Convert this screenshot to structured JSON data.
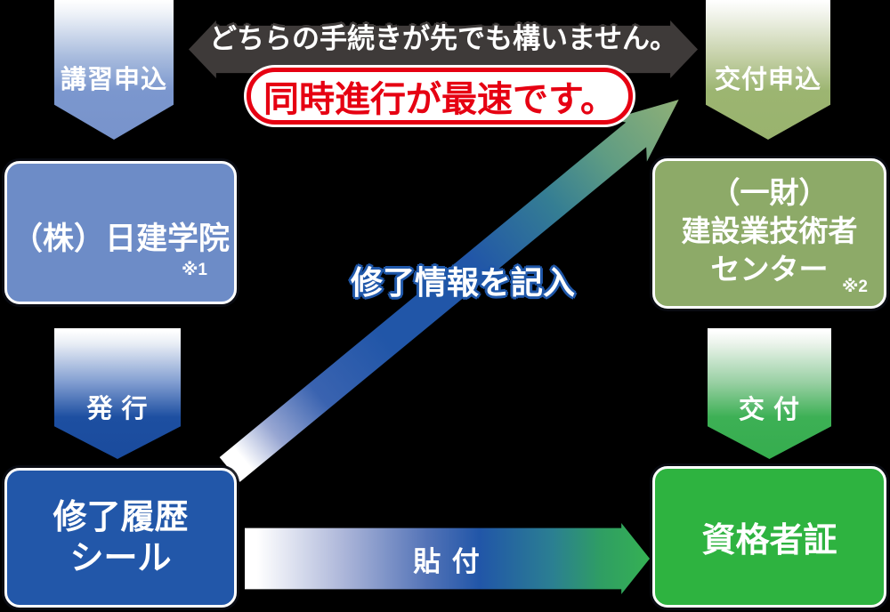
{
  "banner": {
    "message": "どちらの手続きが先でも構いません。",
    "highlight": "同時進行が最速です。"
  },
  "left_flow": {
    "apply_arrow": "講習申込",
    "org_name": "（株）日建学院",
    "org_note": "※1",
    "issue_arrow": "発 行",
    "result_line1": "修了履歴",
    "result_line2": "シール"
  },
  "right_flow": {
    "apply_arrow": "交付申込",
    "org_line1": "（一財）",
    "org_line2": "建設業技術者",
    "org_line3": "センター",
    "org_note": "※2",
    "issue_arrow": "交 付",
    "result": "資格者証"
  },
  "connections": {
    "diagonal_label": "修了情報を記入",
    "bottom_label": "貼 付"
  },
  "colors": {
    "background": "#000000",
    "banner_dark": "#3e3a39",
    "accent_red": "#e60012",
    "slate_blue_box": "#6d8cc7",
    "royal_blue_box": "#2257a9",
    "olive_green_box": "#8daa68",
    "bright_green_box": "#2eb340",
    "dark_blue_arrow": "#1d4fa1",
    "green_arrow": "#3db055"
  }
}
